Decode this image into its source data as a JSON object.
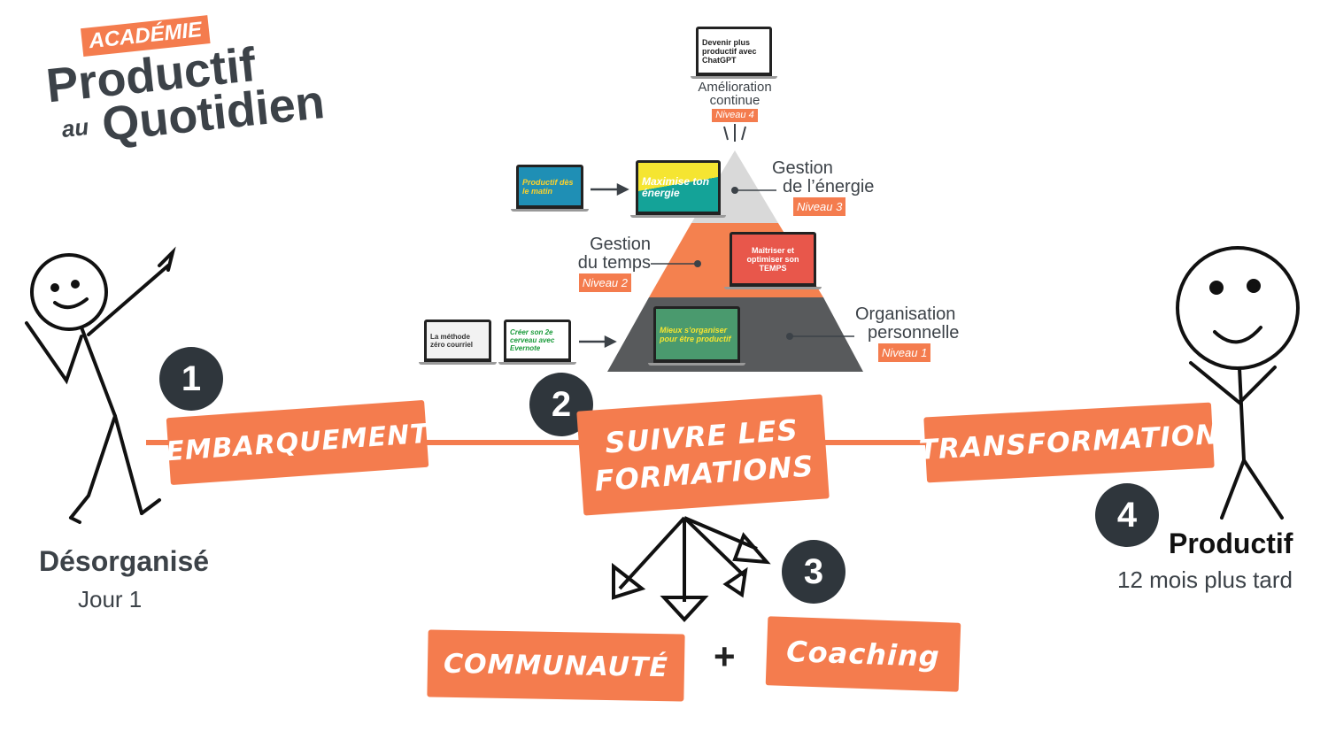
{
  "logo": {
    "academie": "Académie",
    "line1": "Productif",
    "prefix": "au",
    "line2": "Quotidien"
  },
  "pyramid": {
    "level4": {
      "title": "Amélioration continue",
      "level": "Niveau 4",
      "course": "Devenir plus productif avec ChatGPT"
    },
    "level3": {
      "title_a": "Gestion",
      "title_b": "de l’énergie",
      "level": "Niveau 3",
      "course_pre": "Productif dès le matin",
      "course": "Maximise ton énergie"
    },
    "level2": {
      "title_a": "Gestion",
      "title_b": "du temps",
      "level": "Niveau 2",
      "course": "Maîtriser et optimiser son TEMPS"
    },
    "level1": {
      "title_a": "Organisation",
      "title_b": "personnelle",
      "level": "Niveau 1",
      "course_pre1": "La méthode zéro courriel",
      "course_pre2": "Créer son 2e cerveau avec Evernote",
      "course": "Mieux s'organiser pour être productif"
    }
  },
  "steps": [
    {
      "number": "1",
      "label": "Embarquement"
    },
    {
      "number": "2",
      "label": "Suivre les formations"
    },
    {
      "number": "3",
      "label": "Communauté",
      "label2": "Coaching",
      "plus": "+"
    },
    {
      "number": "4",
      "label": "Transformation"
    }
  ],
  "start": {
    "title": "Désorganisé",
    "subtitle": "Jour 1"
  },
  "end": {
    "title": "Productif",
    "subtitle": "12 mois plus tard"
  },
  "colors": {
    "accent": "#f47c4e",
    "dark": "#3c4248"
  }
}
